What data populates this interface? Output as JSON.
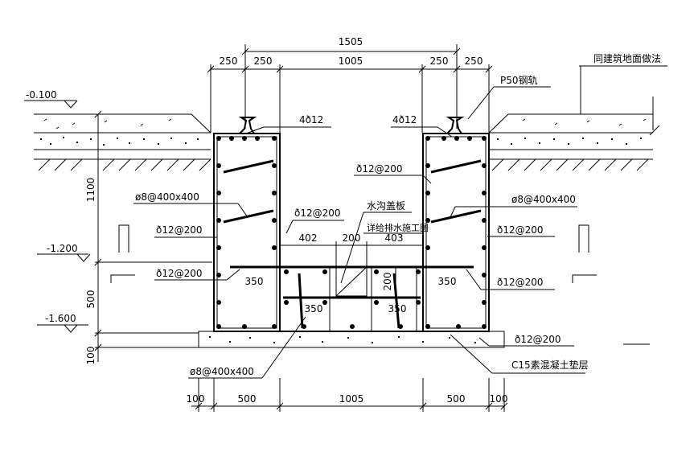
{
  "dimensions": {
    "top_total": "1505",
    "top_250_a": "250",
    "top_250_b": "250",
    "top_1005": "1005",
    "top_250_c": "250",
    "top_250_d": "250",
    "bottom_100_a": "100",
    "bottom_500_a": "500",
    "bottom_1005": "1005",
    "bottom_500_b": "500",
    "bottom_100_b": "100",
    "left_1100": "1100",
    "left_500": "500",
    "left_100": "100",
    "inner_402": "402",
    "inner_200_h": "200",
    "inner_403": "403",
    "inner_200_v": "200",
    "inner_350_a": "350",
    "inner_350_b": "350",
    "inner_350_c": "350",
    "inner_350_d": "350"
  },
  "levels": {
    "top": "-0.100",
    "middle": "-1.200",
    "bottom": "-1.600"
  },
  "labels": {
    "building_floor": "同建筑地面做法",
    "rail": "P50钢轨",
    "top_bars_left": "4ð12",
    "top_bars_right": "4ð12",
    "stirrup_left": "ø8@400x400",
    "stirrup_right": "ø8@400x400",
    "stirrup_bottom": "ø8@400x400",
    "bar_left_1": "ð12@200",
    "bar_left_2": "ð12@200",
    "bar_center": "ð12@200",
    "bar_right_top": "ð12@200",
    "bar_right_1": "ð12@200",
    "bar_right_2": "ð12@200",
    "bar_base": "ð12@200",
    "cover_plate": "水沟盖板",
    "cover_plate_note": "详给排水施工图",
    "base_layer": "C15素混凝土垫层"
  }
}
